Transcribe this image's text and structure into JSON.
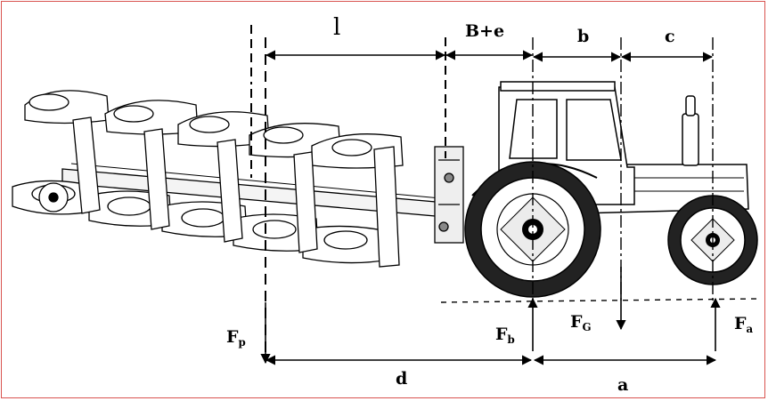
{
  "colors": {
    "frame": "#d9534f",
    "ink": "#000000",
    "tyre": "#222222"
  },
  "labels": {
    "l": "l",
    "be": "B+e",
    "b": "b",
    "c": "c",
    "d": "d",
    "a": "a",
    "fp": {
      "main": "F",
      "sub": "p"
    },
    "fb": {
      "main": "F",
      "sub": "b"
    },
    "fg": {
      "main": "F",
      "sub": "G"
    },
    "fa": {
      "main": "F",
      "sub": "a"
    }
  }
}
